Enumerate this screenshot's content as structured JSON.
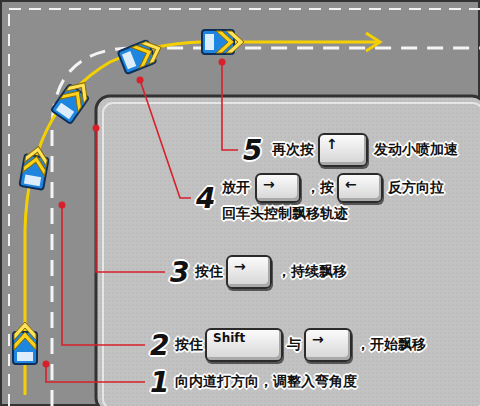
{
  "diagram": {
    "nodes": [
      {
        "text": [
          "↑"
        ]
      },
      {
        "text": [
          "→"
        ]
      },
      {
        "text": [
          "←"
        ]
      },
      {
        "text": [
          "→"
        ]
      },
      {
        "text": [
          "Shift"
        ]
      },
      {
        "text": [
          "→"
        ]
      }
    ],
    "labels": [
      "5",
      "再次按",
      "发动小喷加速",
      "4",
      "放开",
      "，按",
      "反方向拉",
      "回车头控制飘移轨迹",
      "3",
      "按住",
      "，持续飘移",
      "2",
      "按住",
      "与",
      "，开始飘移",
      "1",
      "向内道打方向，调整入弯角度"
    ]
  }
}
